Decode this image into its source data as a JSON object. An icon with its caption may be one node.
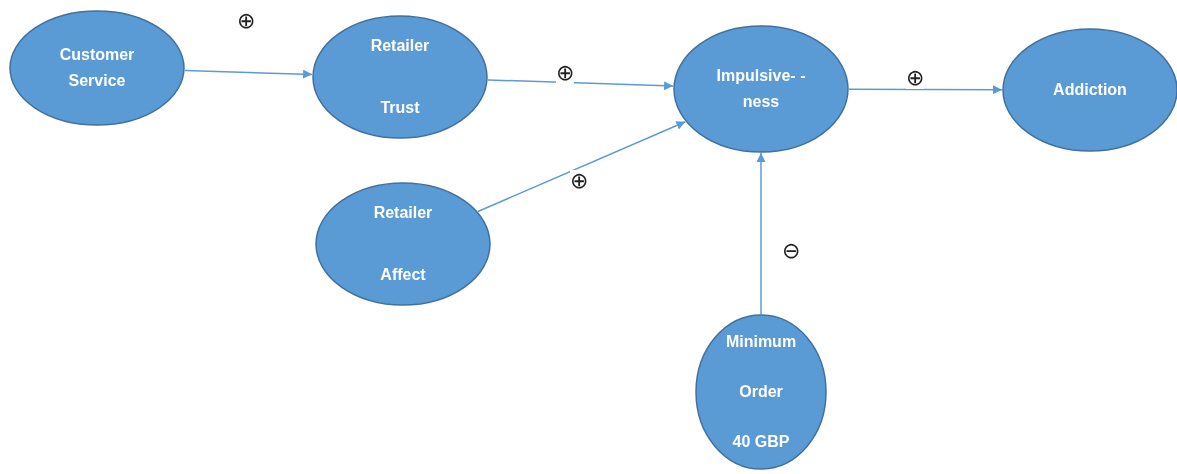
{
  "diagram": {
    "nodes": [
      {
        "text": [
          "Customer Service"
        ]
      },
      {
        "text": [
          "Retailer Trust"
        ]
      },
      {
        "text": [
          "Impulsive- -ness"
        ]
      },
      {
        "text": [
          "Addiction"
        ]
      },
      {
        "text": [
          "Retailer Affect"
        ]
      },
      {
        "text": [
          "Minimum Order",
          "40 GBP"
        ]
      }
    ],
    "edges": [
      {
        "from": 0,
        "to": 1,
        "arrow": "to",
        "label": "⊕"
      },
      {
        "from": 1,
        "to": 2,
        "arrow": "to",
        "label": "⊕"
      },
      {
        "from": 2,
        "to": 3,
        "arrow": "to",
        "label": "⊕"
      },
      {
        "from": 4,
        "to": 2,
        "arrow": "to",
        "label": "⊕"
      },
      {
        "from": 5,
        "to": 2,
        "arrow": "to",
        "label": "⊖"
      }
    ]
  }
}
